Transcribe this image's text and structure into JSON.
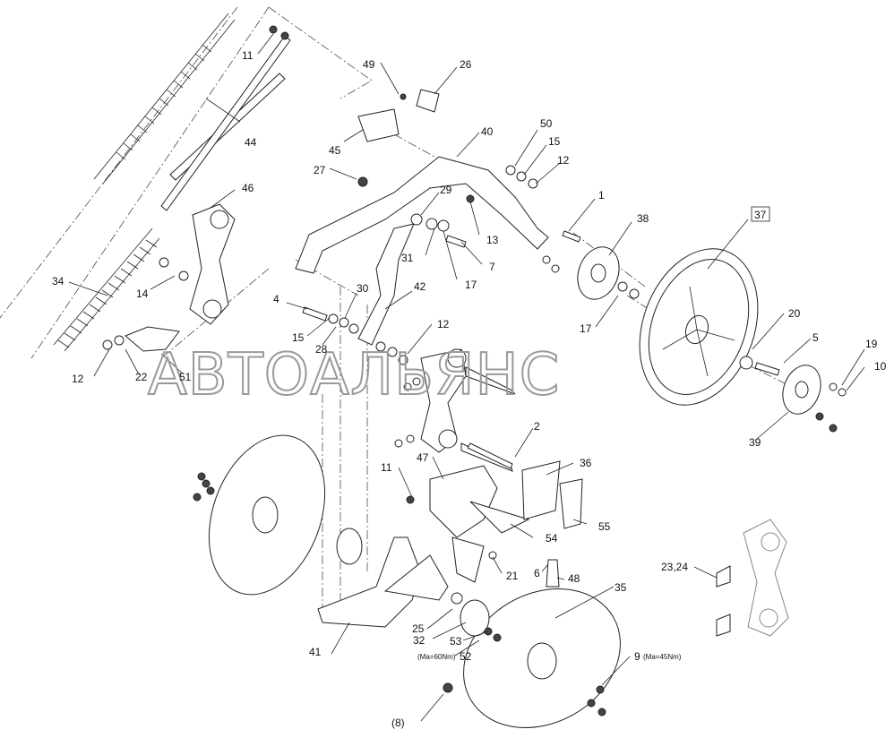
{
  "watermark": "АВТОАЛЬЯНС",
  "callouts": [
    {
      "id": "c11a",
      "text": "11"
    },
    {
      "id": "c44",
      "text": "44"
    },
    {
      "id": "c49",
      "text": "49"
    },
    {
      "id": "c26",
      "text": "26"
    },
    {
      "id": "c45",
      "text": "45"
    },
    {
      "id": "c40",
      "text": "40"
    },
    {
      "id": "c50",
      "text": "50"
    },
    {
      "id": "c15a",
      "text": "15"
    },
    {
      "id": "c12a",
      "text": "12"
    },
    {
      "id": "c27",
      "text": "27"
    },
    {
      "id": "c46",
      "text": "46"
    },
    {
      "id": "c29",
      "text": "29"
    },
    {
      "id": "c13",
      "text": "13"
    },
    {
      "id": "c1",
      "text": "1"
    },
    {
      "id": "c38",
      "text": "38"
    },
    {
      "id": "c37",
      "text": "37"
    },
    {
      "id": "c31",
      "text": "31"
    },
    {
      "id": "c7",
      "text": "7"
    },
    {
      "id": "c17a",
      "text": "17"
    },
    {
      "id": "c34",
      "text": "34"
    },
    {
      "id": "c14",
      "text": "14"
    },
    {
      "id": "c4",
      "text": "4"
    },
    {
      "id": "c30",
      "text": "30"
    },
    {
      "id": "c42",
      "text": "42"
    },
    {
      "id": "c17b",
      "text": "17"
    },
    {
      "id": "c20",
      "text": "20"
    },
    {
      "id": "c15b",
      "text": "15"
    },
    {
      "id": "c28",
      "text": "28"
    },
    {
      "id": "c12b",
      "text": "12"
    },
    {
      "id": "c5",
      "text": "5"
    },
    {
      "id": "c19",
      "text": "19"
    },
    {
      "id": "c10",
      "text": "10"
    },
    {
      "id": "c12c",
      "text": "12"
    },
    {
      "id": "c22",
      "text": "22"
    },
    {
      "id": "c51",
      "text": "51"
    },
    {
      "id": "c39",
      "text": "39"
    },
    {
      "id": "c2",
      "text": "2"
    },
    {
      "id": "c11b",
      "text": "11"
    },
    {
      "id": "c47",
      "text": "47"
    },
    {
      "id": "c36",
      "text": "36"
    },
    {
      "id": "c54",
      "text": "54"
    },
    {
      "id": "c55",
      "text": "55"
    },
    {
      "id": "c21",
      "text": "21"
    },
    {
      "id": "c6",
      "text": "6"
    },
    {
      "id": "c48",
      "text": "48"
    },
    {
      "id": "c2324",
      "text": "23,24"
    },
    {
      "id": "c35",
      "text": "35"
    },
    {
      "id": "c25",
      "text": "25"
    },
    {
      "id": "c32",
      "text": "32"
    },
    {
      "id": "c53",
      "text": "53"
    },
    {
      "id": "c52",
      "text": "52"
    },
    {
      "id": "c41",
      "text": "41"
    },
    {
      "id": "c9",
      "text": "9"
    },
    {
      "id": "c8",
      "text": "(8)"
    }
  ],
  "torque_notes": {
    "left": "(Ma=60Nm)",
    "right": "(Ma=45Nm)"
  }
}
